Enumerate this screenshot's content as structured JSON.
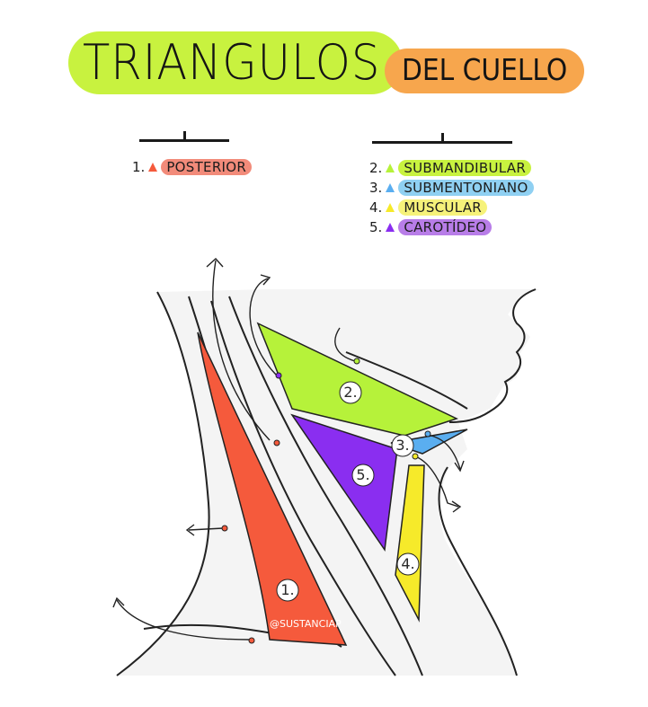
{
  "title": {
    "main": "TRIANGULOS",
    "sub": "DEL CUELLO",
    "main_color": "#c8f23f",
    "sub_color": "#f7a64d"
  },
  "groups": [
    {
      "items": [
        {
          "number": "1.",
          "label": "POSTERIOR",
          "color": "#f28b7a",
          "icon": "triangle-icon"
        }
      ]
    },
    {
      "items": [
        {
          "number": "2.",
          "label": "SUBMANDIBULAR",
          "color": "#c8f23f",
          "icon": "triangle-outline-icon"
        },
        {
          "number": "3.",
          "label": "SUBMENTONIANO",
          "color": "#8fd0f2",
          "icon": "triangle-outline-icon"
        },
        {
          "number": "4.",
          "label": "MUSCULAR",
          "color": "#f6f27a",
          "icon": "triangle-outline-icon"
        },
        {
          "number": "5.",
          "label": "CAROTÍDEO",
          "color": "#b87de8",
          "icon": "triangle-icon"
        }
      ]
    }
  ],
  "diagram": {
    "regions": [
      {
        "label": "1.",
        "name": "posterior",
        "color": "#f55a3c"
      },
      {
        "label": "2.",
        "name": "submandibular",
        "color": "#b6f23a"
      },
      {
        "label": "3.",
        "name": "submentoniano",
        "color": "#5aaef0"
      },
      {
        "label": "4.",
        "name": "muscular",
        "color": "#f6ea2a"
      },
      {
        "label": "5.",
        "name": "carotideo",
        "color": "#8a2ef0"
      }
    ],
    "watermark": "@SUSTANCIAP"
  }
}
